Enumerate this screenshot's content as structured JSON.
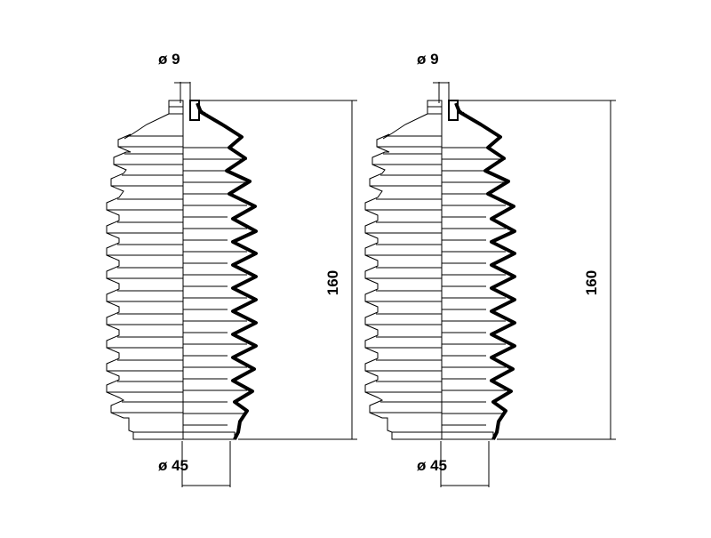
{
  "bellows": [
    {
      "top_diameter_label": "ø 9",
      "bottom_diameter_label": "ø 45",
      "length_label": "160"
    },
    {
      "top_diameter_label": "ø 9",
      "bottom_diameter_label": "ø 45",
      "length_label": "160"
    }
  ],
  "colors": {
    "line": "#000000",
    "background": "#ffffff"
  }
}
